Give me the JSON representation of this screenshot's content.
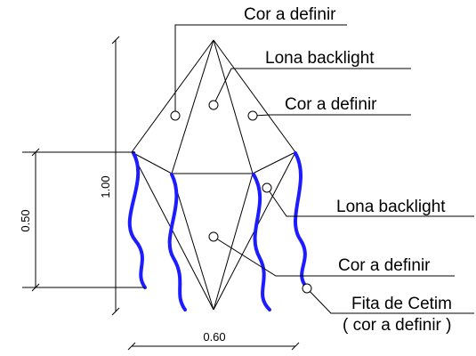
{
  "labels": {
    "top_color": "Cor a definir",
    "top_backlight": "Lona backlight",
    "right_color": "Cor a definir",
    "mid_backlight": "Lona backlight",
    "bottom_color": "Cor a definir",
    "ribbon_line1": "Fita de Cetim",
    "ribbon_line2": "( cor a definir )"
  },
  "dimensions": {
    "total_height": "1.00",
    "lower_height": "0.50",
    "width": "0.60"
  },
  "colors": {
    "ribbon": "#1c1cff",
    "lines": "#000000"
  }
}
